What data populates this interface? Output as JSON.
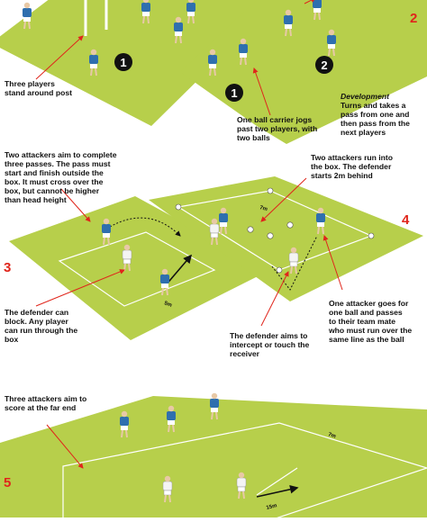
{
  "colors": {
    "grass": "#b7cf4b",
    "grass_dark": "#a9c33f",
    "line": "#ffffff",
    "arrow": "#e0251b",
    "shirt_blue": "#2f6fae",
    "shirt_white": "#f4f4f4",
    "skin": "#e8c9a6",
    "shorts": "#ffffff",
    "number_red": "#e0251b"
  },
  "drill1": {
    "badge": "1",
    "caption": [
      "Three players",
      "stand around post"
    ]
  },
  "drill2": {
    "number": "2",
    "badge_one": "1",
    "badge_two": "2",
    "caption_carrier": [
      "One ball carrier jogs",
      "past two players, with",
      "two balls"
    ],
    "development_title": "Development",
    "development_text": [
      "Turns and takes a",
      "pass from one and",
      "then pass from the",
      "next players"
    ]
  },
  "drill3": {
    "number": "3",
    "instructions": [
      "Two attackers aim to complete",
      "three passes. The pass must",
      "start and finish outside the",
      "box. It must cross over the",
      "box, but cannot be higher",
      "than head height"
    ],
    "defender_note": [
      "The defender can",
      "block. Any player",
      "can run through the",
      "box"
    ],
    "distance_label": "5m"
  },
  "drill4": {
    "number": "4",
    "attackers_note": [
      "Two attackers run into",
      "the box. The defender",
      "starts 2m behind"
    ],
    "defender_note": [
      "The defender aims to",
      "intercept or touch the",
      "receiver"
    ],
    "attacker_pass_note": [
      "One attacker goes for",
      "one ball and passes",
      "to their team mate",
      "who must run over the",
      "same line as the ball"
    ],
    "distance_label": "7m"
  },
  "drill5": {
    "number": "5",
    "note": [
      "Three attackers aim to",
      "score at the far end"
    ],
    "width_label": "7m",
    "length_label": "15m"
  }
}
